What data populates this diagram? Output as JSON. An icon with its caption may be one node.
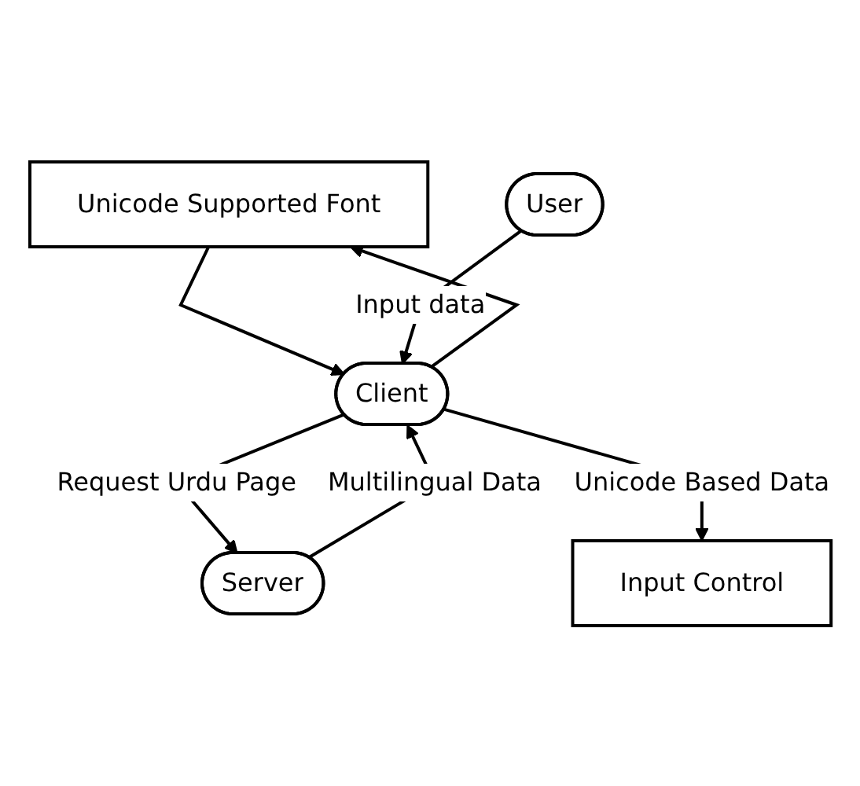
{
  "diagram": {
    "nodes": [
      {
        "text": [
          "Unicode Supported Font"
        ]
      },
      {
        "text": [
          "Client"
        ]
      },
      {
        "text": [
          "Server"
        ]
      },
      {
        "text": [
          "Input Control"
        ]
      },
      {
        "text": [
          "User"
        ]
      }
    ],
    "edges": [
      {
        "from": 0,
        "to": 1,
        "arrow": "to"
      },
      {
        "from": 1,
        "to": 0,
        "arrow": "to"
      },
      {
        "from": 1,
        "to": 2,
        "arrow": "to",
        "label": "Request Urdu Page"
      },
      {
        "from": 2,
        "to": 1,
        "arrow": "to",
        "label": "Multilingual Data"
      },
      {
        "from": 1,
        "to": 3,
        "arrow": "to",
        "label": "Unicode Based Data"
      },
      {
        "from": 4,
        "to": 1,
        "arrow": "to",
        "label": "Input data"
      }
    ]
  }
}
